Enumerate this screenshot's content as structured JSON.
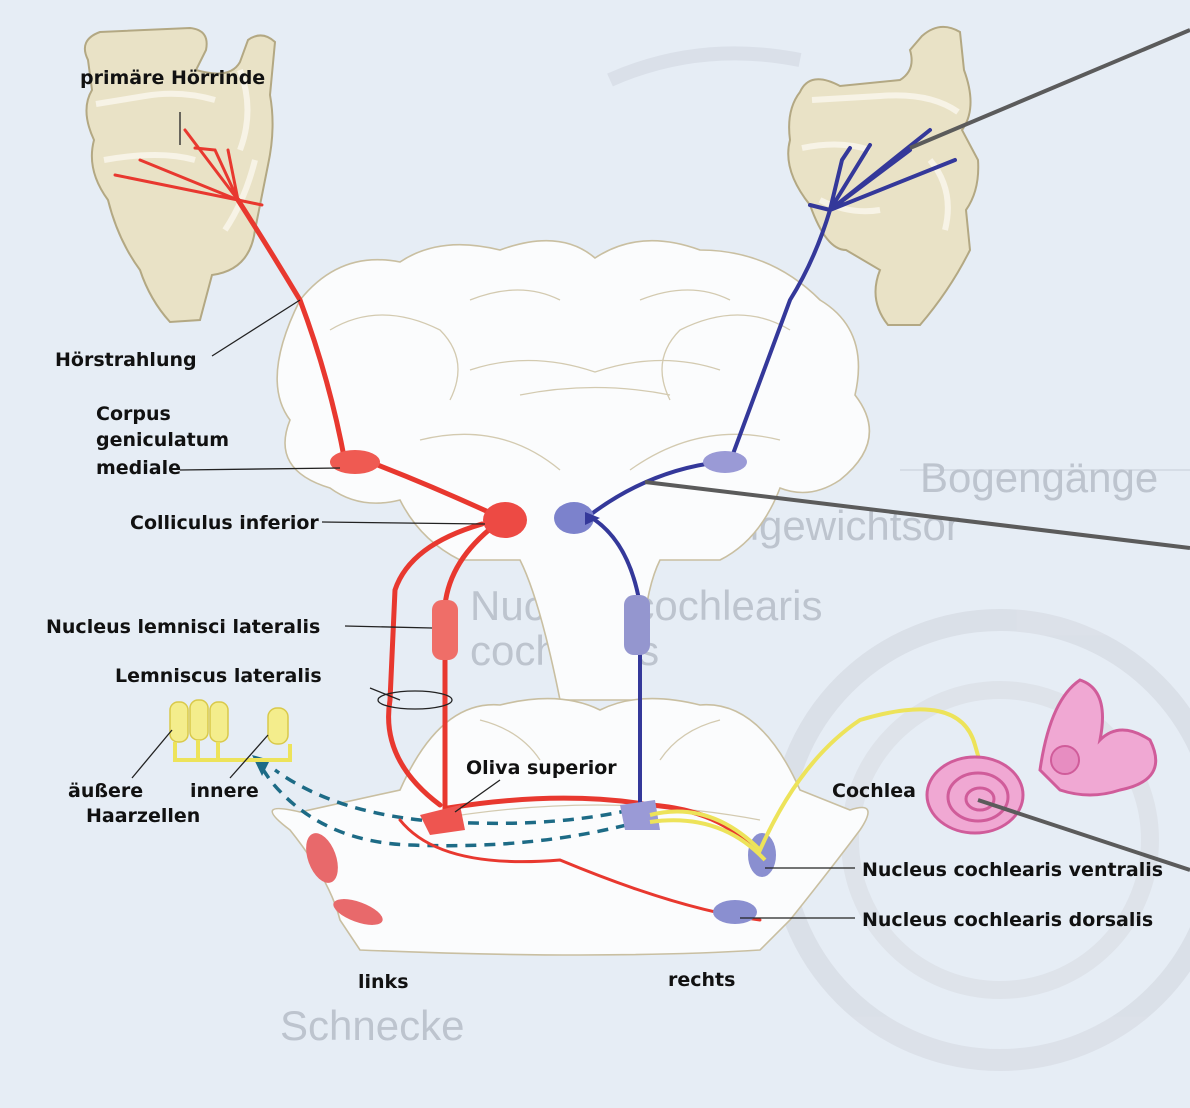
{
  "labels": {
    "primary_cortex": "primäre Hörrinde",
    "radiation": "Hörstrahlung",
    "cgm_line1": "Corpus",
    "cgm_line2": "geniculatum",
    "cgm_line3": "mediale",
    "colliculus": "Colliculus inferior",
    "nll": "Nucleus lemnisci lateralis",
    "lemniscus": "Lemniscus lateralis",
    "outer_line1": "äußere",
    "outer_line2": "Haarzellen",
    "inner": "innere",
    "oliva": "Oliva superior",
    "cochlea": "Cochlea",
    "ncv": "Nucleus cochlearis ventralis",
    "ncd": "Nucleus cochlearis dorsalis",
    "left": "links",
    "right": "rechts"
  },
  "background_text": {
    "b1": "Bogengänge",
    "b2": "Gleichgewichtsor",
    "b3": "Nucleus cochlearis",
    "b4": "cochlearis",
    "b5": "Schnecke"
  },
  "colors": {
    "left_pathway": "#e8382f",
    "right_pathway": "#34389a",
    "efferent_dashed": "#1d6b86",
    "hair_cells": "#ede35a",
    "cochlea": "#e38fc3",
    "cortex": "#e9e2c6"
  }
}
